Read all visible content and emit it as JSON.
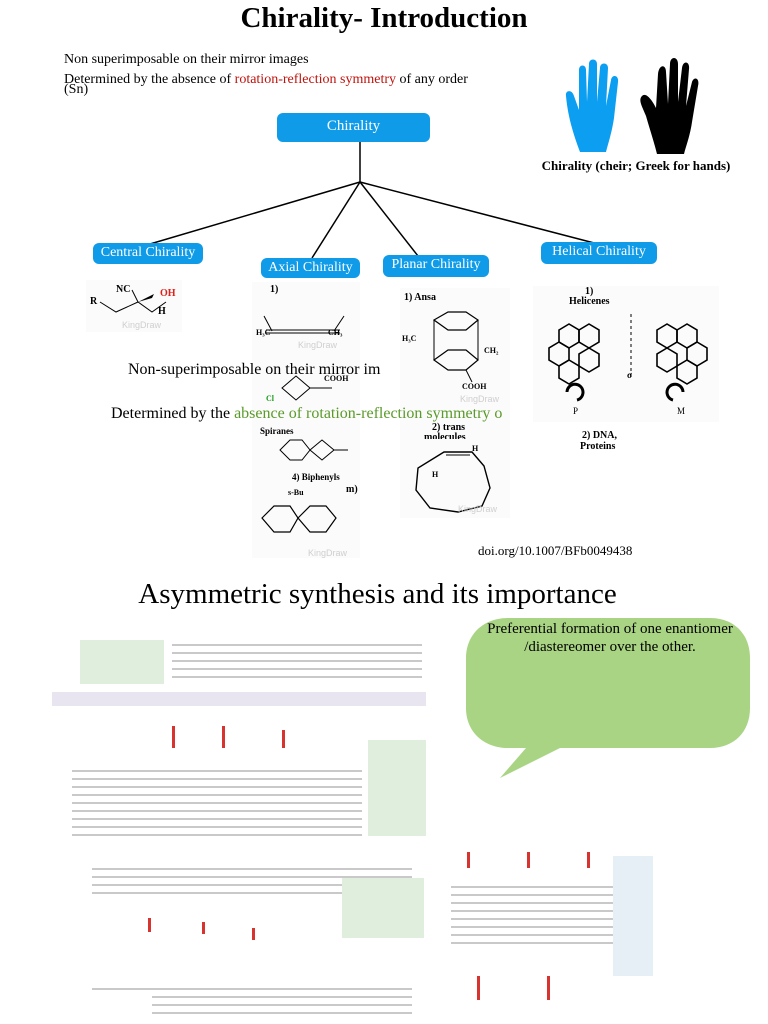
{
  "title": "Chirality- Introduction",
  "intro": {
    "line1": "Non superimposable on their mirror images",
    "line2_prefix": "Determined by the absence of ",
    "line2_highlight": "rotation-reflection symmetry",
    "line2_suffix": " of any order",
    "line3": "(Sn)"
  },
  "hands_caption": "Chirality (cheir; Greek for hands)",
  "tree": {
    "root": "Chirality",
    "branches": [
      "Central Chirality",
      "Axial Chirality",
      "Planar Chirality",
      "Helical Chirality"
    ]
  },
  "structure_labels": {
    "central_nc": "NC",
    "central_oh": "OH",
    "central_r": "R",
    "central_h": "H",
    "axial_1": "1)",
    "axial_h3c": "H₃C",
    "axial_ch3": "CH₃",
    "axial_cooh": "COOH",
    "axial_cl": "Cl",
    "axial_spiranes": "Spiranes",
    "axial_biphenyls": "4) Biphenyls",
    "axial_m": "m)",
    "axial_sbu": "s-Bu",
    "planar_ansa": "1) Ansa",
    "planar_h3c": "H₃C",
    "planar_ch2": "CH₂",
    "planar_cooh": "COOH",
    "planar_trans": "2) trans",
    "planar_molecules": "molecules",
    "planar_h": "H",
    "helical_1": "1)",
    "helical_helicenes": "Helicenes",
    "helical_p": "P",
    "helical_m": "M",
    "helical_sigma": "σ",
    "helical_2": "2) DNA,",
    "helical_proteins": "Proteins",
    "watermark": "KingDraw"
  },
  "overlay": {
    "line1": "Non-superimposable on their mirror im",
    "line2_prefix": "Determined by the ",
    "line2_highlight": "absence of rotation-reflection symmetry o"
  },
  "doi": "doi.org/10.1007/BFb0049438",
  "section2_title": "Asymmetric synthesis and its importance",
  "bubble_text": "Preferential formation of one enantiomer /diastereomer over the other.",
  "colors": {
    "accent_blue": "#0f9be8",
    "red": "#c0120c",
    "green": "#5a9a2a",
    "bubble": "#a9d483"
  }
}
